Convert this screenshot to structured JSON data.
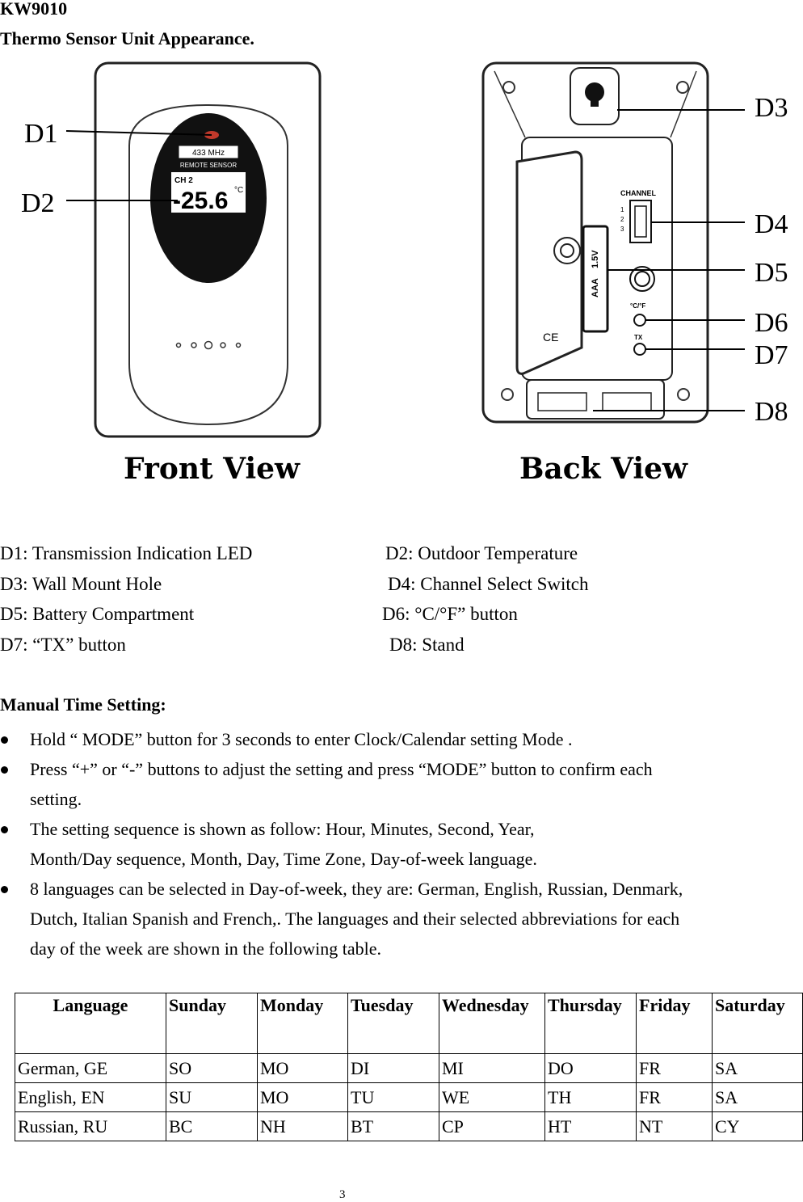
{
  "doc": {
    "model": "KW9010",
    "title": "Thermo Sensor Unit Appearance."
  },
  "figure": {
    "front_caption": "Front View",
    "back_caption": "Back View",
    "callouts": [
      "D1",
      "D2",
      "D3",
      "D4",
      "D5",
      "D6",
      "D7",
      "D8"
    ],
    "screen": {
      "freq_badge": "433 MHz",
      "subtitle": "REMOTE SENSOR",
      "channel": "CH 2",
      "temp": "-25.6",
      "unit": "°C"
    },
    "back_labels": {
      "channel": "CHANNEL",
      "ch1": "1",
      "ch2": "2",
      "ch3": "3",
      "cf": "°C/°F",
      "tx": "TX",
      "batt_volt": "1.5V",
      "batt_type": "AAA",
      "ce": "CE"
    }
  },
  "legend": [
    {
      "left": "D1: Transmission Indication LED",
      "right": "D2: Outdoor Temperature"
    },
    {
      "left": "D3: Wall Mount Hole",
      "right": "D4: Channel Select Switch"
    },
    {
      "left": "D5: Battery Compartment",
      "right": "D6: °C/°F” button"
    },
    {
      "left": "D7: “TX” button",
      "right": "D8: Stand"
    }
  ],
  "manual": {
    "heading": "Manual Time Setting:",
    "bullets": [
      "Hold “ MODE” button for 3 seconds to enter Clock/Calendar setting Mode .",
      "Press “+” or “-” buttons to adjust the setting and press “MODE” button to confirm each setting.",
      "The setting sequence is shown as follow: Hour, Minutes, Second, Year, Month/Day sequence, Month, Day, Time Zone, Day-of-week language.",
      "8 languages can be selected in Day-of-week, they are: German, English, Russian, Denmark, Dutch, Italian Spanish and French,. The languages and their selected abbreviations for each day of the week are shown in the following table."
    ]
  },
  "table": {
    "headers": [
      "Language",
      "Sunday",
      "Monday",
      "Tuesday",
      "Wednesday",
      "Thursday",
      "Friday",
      "Saturday"
    ],
    "rows": [
      [
        "German, GE",
        "SO",
        "MO",
        "DI",
        "MI",
        "DO",
        "FR",
        "SA"
      ],
      [
        "English, EN",
        "SU",
        "MO",
        "TU",
        "WE",
        "TH",
        "FR",
        "SA"
      ],
      [
        "Russian, RU",
        "BC",
        "NH",
        "BT",
        "CP",
        "HT",
        "NT",
        "CY"
      ]
    ]
  },
  "page_number": "3"
}
